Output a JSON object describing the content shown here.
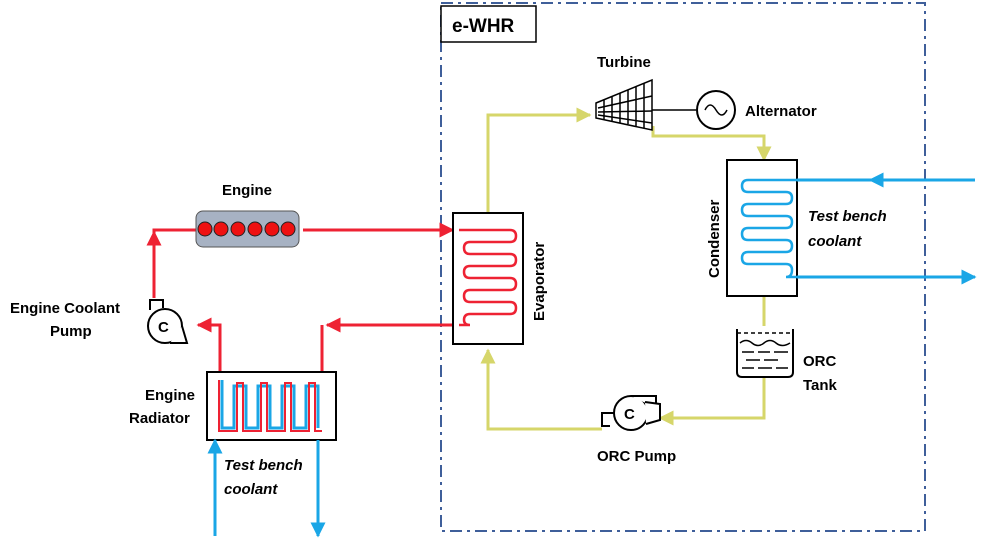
{
  "title": "e-WHR",
  "labels": {
    "turbine": "Turbine",
    "alternator": "Alternator",
    "engine": "Engine",
    "evaporator": "Evaporator",
    "condenser": "Condenser",
    "coolant_pump_1": "Engine Coolant",
    "coolant_pump_2": "Pump",
    "radiator_1": "Engine",
    "radiator_2": "Radiator",
    "orc_tank_1": "ORC",
    "orc_tank_2": "Tank",
    "orc_pump": "ORC Pump",
    "bench_coolant_top_1": "Test bench",
    "bench_coolant_top_2": "coolant",
    "bench_coolant_bottom_1": "Test bench",
    "bench_coolant_bottom_2": "coolant"
  },
  "colors": {
    "engine_loop": "#ee2233",
    "orc_loop": "#d6d66a",
    "bench_coolant": "#1aa6e6",
    "boundary": "#3f5f9a",
    "engine_block": "#a7b2c3",
    "cylinder": "#ee1111"
  }
}
